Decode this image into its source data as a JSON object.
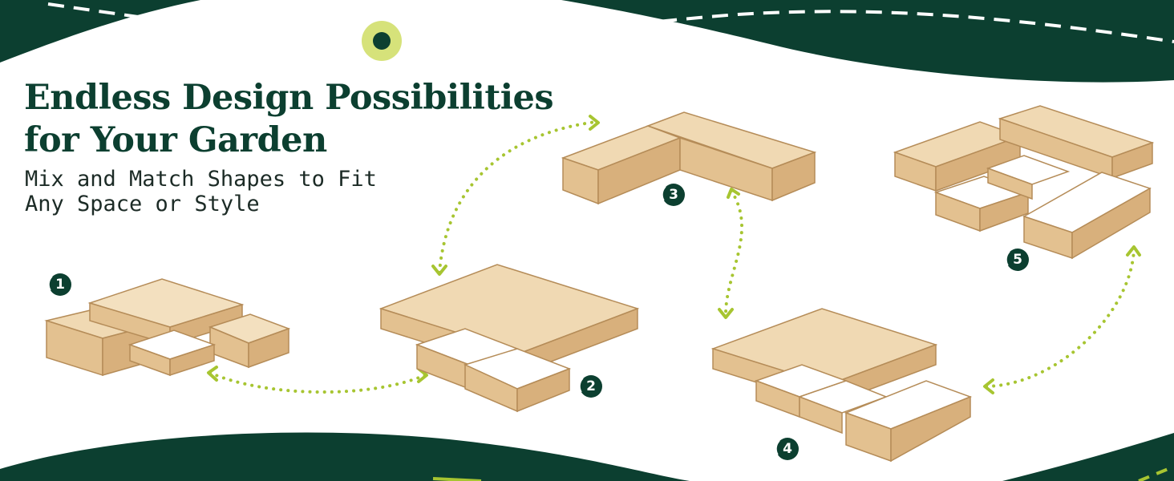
{
  "headline": {
    "line1": "Endless Design Possibilities",
    "line2": "for Your Garden"
  },
  "subline": {
    "line1": "Mix and Match Shapes to Fit",
    "line2": "Any Space or Style"
  },
  "layouts": [
    {
      "number": "1"
    },
    {
      "number": "2"
    },
    {
      "number": "3"
    },
    {
      "number": "4"
    },
    {
      "number": "5"
    }
  ],
  "colors": {
    "dark_green": "#0c3f30",
    "lime_accent": "#a7c531",
    "wood": "#e6c99c"
  },
  "icons": [
    "dotted-double-arrow-icon",
    "number-badge-icon",
    "target-dot-icon"
  ]
}
